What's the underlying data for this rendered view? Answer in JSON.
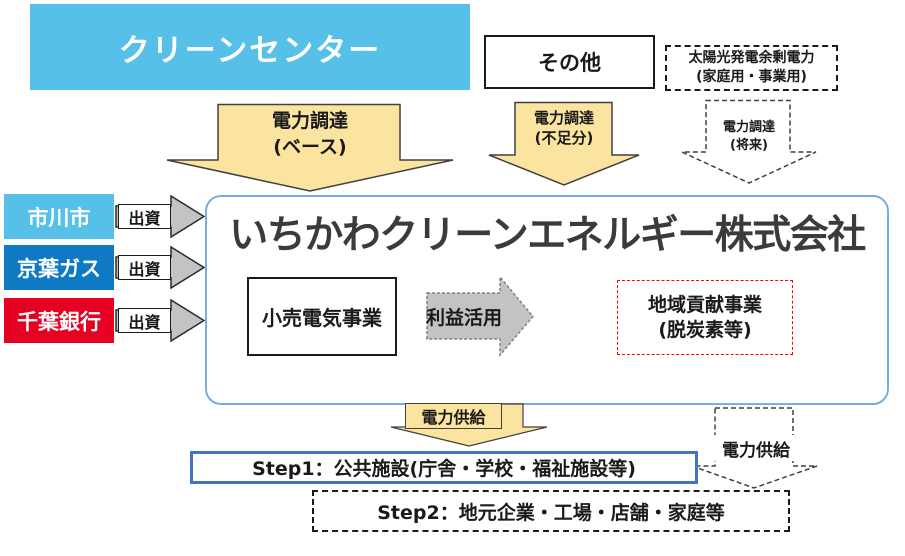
{
  "colors": {
    "sky_blue": "#57C0E8",
    "keiyo_blue": "#0E7AC4",
    "chiba_red": "#E60022",
    "arrow_yellow": "#FBE4A0",
    "arrow_gray": "#C3C3C3",
    "main_border_blue": "#79ADDC",
    "step1_border_blue": "#4472C4",
    "contribution_border_red": "#FF0000"
  },
  "header": {
    "title": "クリーンセンター"
  },
  "sources": {
    "other_label": "その他",
    "solar_line1": "太陽光発電余剰電力",
    "solar_line2": "(家庭用・事業用)"
  },
  "procurement": {
    "base_line1": "電力調達",
    "base_line2": "(ベース)",
    "shortage_line1": "電力調達",
    "shortage_line2": "(不足分)",
    "future_line1": "電力調達",
    "future_line2": "(将来)"
  },
  "investors": [
    {
      "name": "市川市",
      "arrow_label": "出資",
      "color": "#57C0E8"
    },
    {
      "name": "京葉ガス",
      "arrow_label": "出資",
      "color": "#0E7AC4"
    },
    {
      "name": "千葉銀行",
      "arrow_label": "出資",
      "color": "#E60022"
    }
  ],
  "company": {
    "name": "いちかわクリーンエネルギー株式会社",
    "retail_label": "小売電気事業",
    "profit_arrow_label": "利益活用",
    "contribution_line1": "地域貢献事業",
    "contribution_line2": "(脱炭素等)"
  },
  "supply": {
    "arrow_label": "電力供給",
    "future_arrow_label": "電力供給",
    "step1_label": "Step1：公共施設(庁舎・学校・福祉施設等)",
    "step2_label": "Step2：地元企業・工場・店舗・家庭等"
  }
}
